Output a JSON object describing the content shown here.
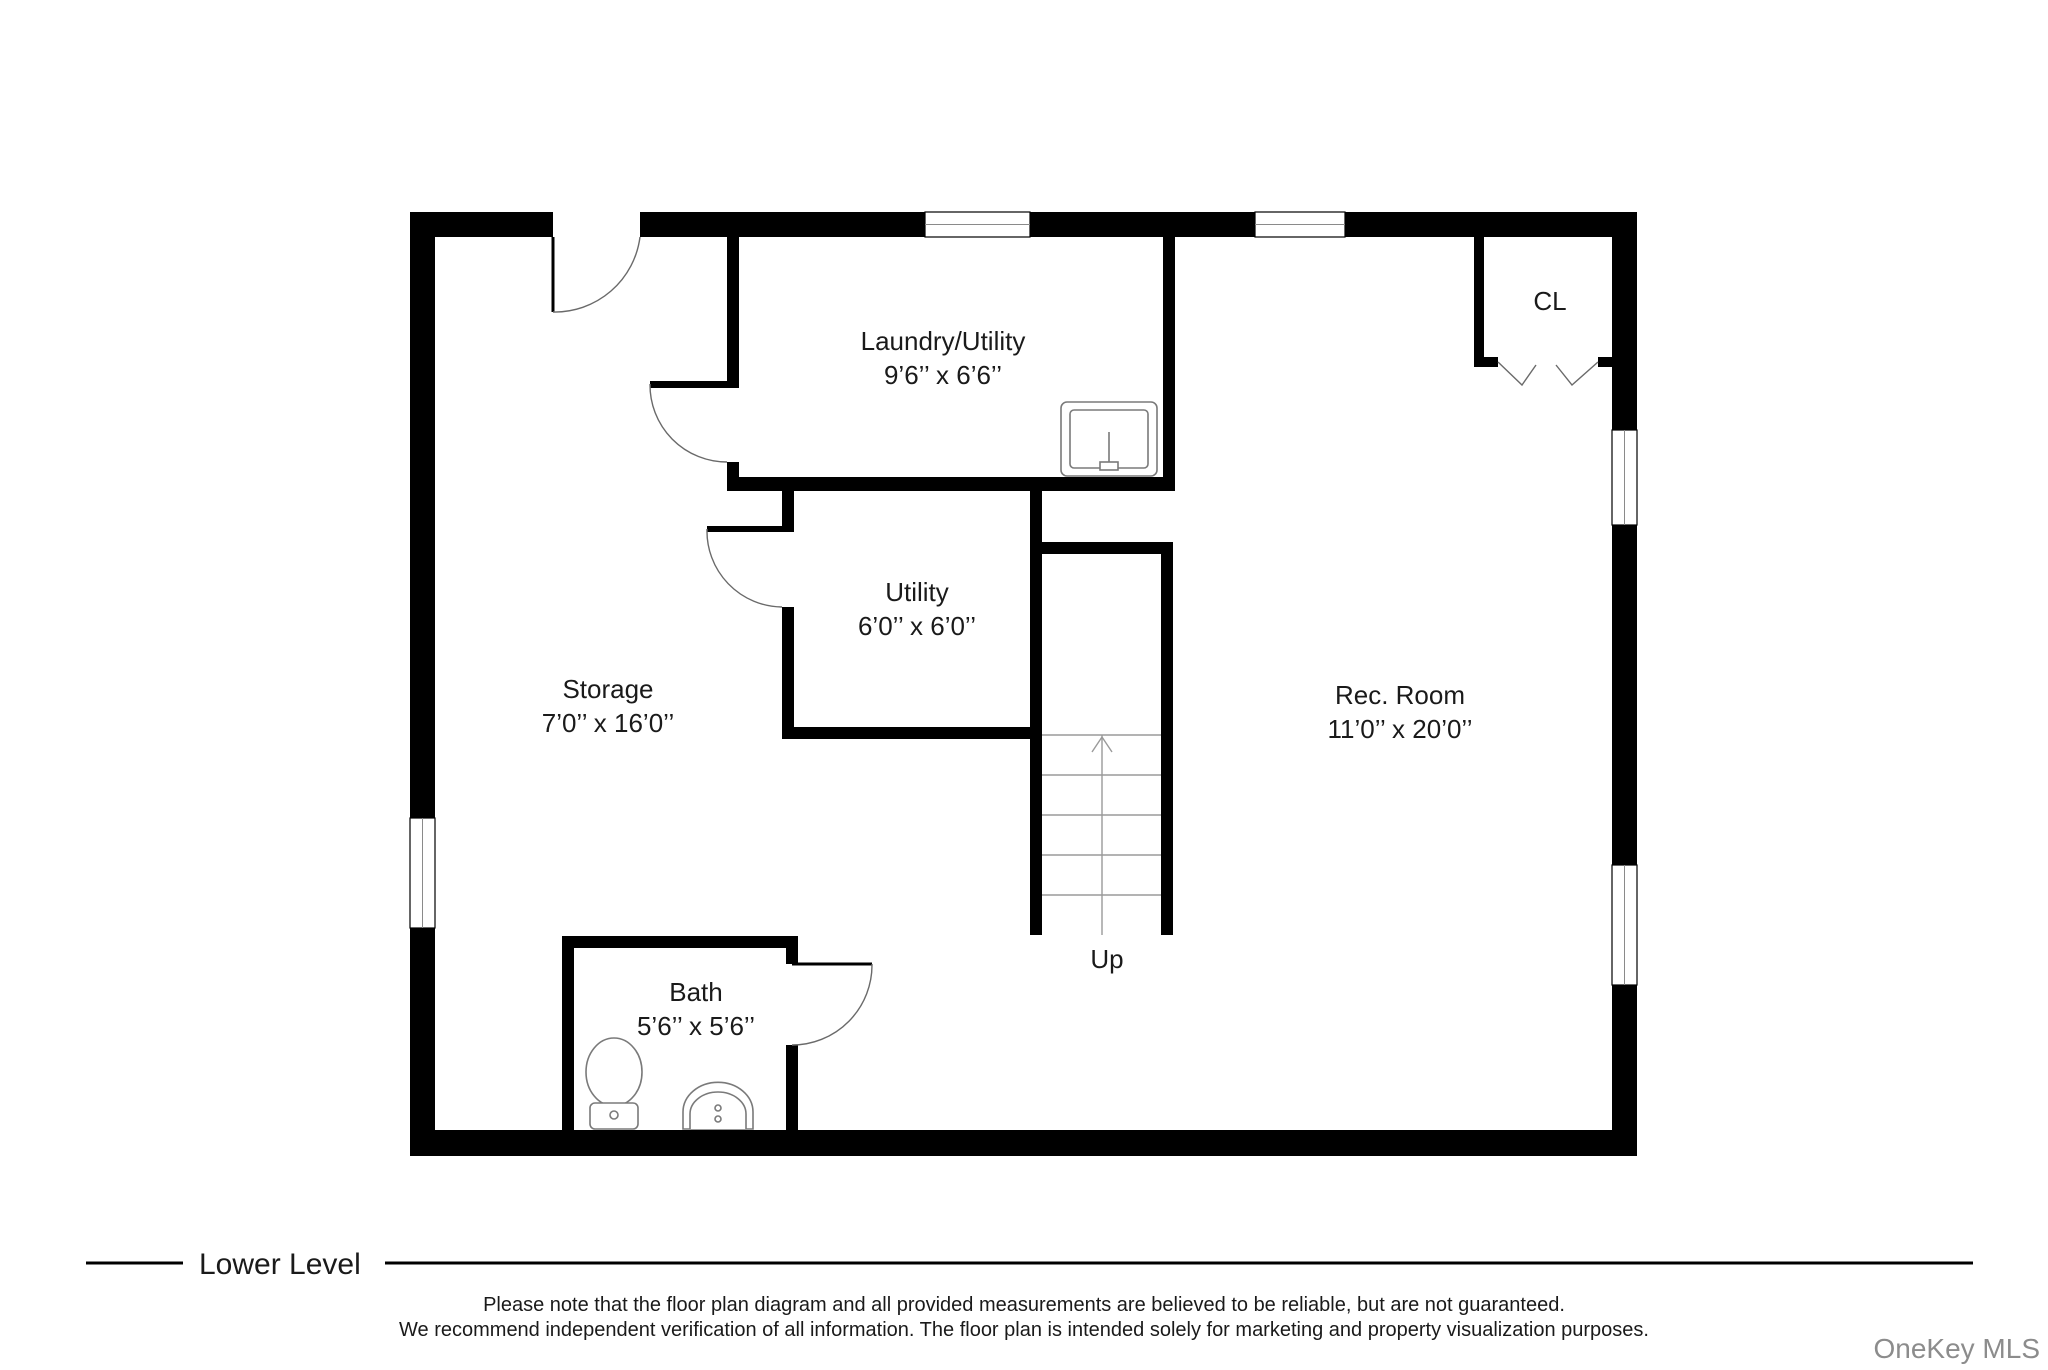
{
  "rooms": {
    "laundry": {
      "name": "Laundry/Utility",
      "dims": "9’6’’ x 6’6’’"
    },
    "utility": {
      "name": "Utility",
      "dims": "6’0’’ x 6’0’’"
    },
    "storage": {
      "name": "Storage",
      "dims": "7’0’’ x 16’0’’"
    },
    "rec_room": {
      "name": "Rec. Room",
      "dims": "11’0’’ x 20’0’’"
    },
    "bath": {
      "name": "Bath",
      "dims": "5’6’’ x 5’6’’"
    },
    "closet": {
      "name": "CL"
    }
  },
  "stairs": {
    "label": "Up"
  },
  "footer": {
    "level_title": "Lower Level",
    "disclaimer_line1": "Please note that the floor plan diagram and all provided measurements are believed to be reliable, but are not guaranteed.",
    "disclaimer_line2": "We recommend independent verification of all information. The floor plan is intended solely for marketing and property visualization purposes.",
    "watermark": "OneKey MLS"
  },
  "colors": {
    "wall": "#000000",
    "background": "#ffffff",
    "fixture_line": "#7a7a7a"
  }
}
